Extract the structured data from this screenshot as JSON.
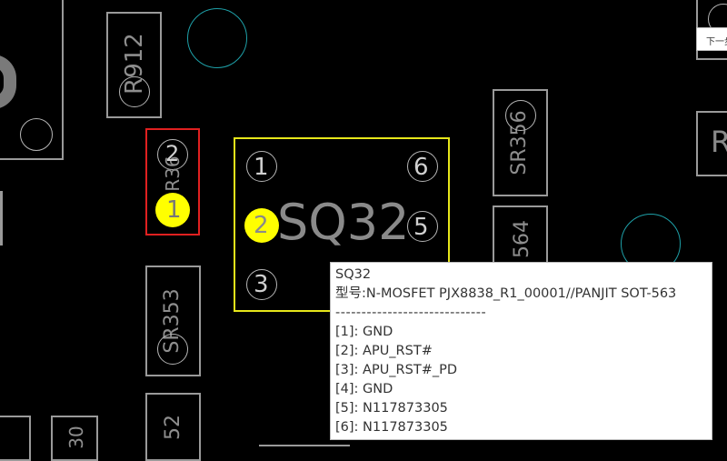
{
  "board": {
    "main_component": {
      "ref": "SQ32",
      "pins": [
        "1",
        "2",
        "3",
        "6",
        "5"
      ]
    },
    "selected_component": {
      "ref": "R36",
      "pins": [
        "2",
        "1"
      ]
    },
    "components": {
      "r912": "R912",
      "sr356": "SR356",
      "sr353": "SR353",
      "sr364_partial": "564",
      "partial_52": "52",
      "partial_30": "30",
      "partial_r": "R"
    }
  },
  "tooltip": {
    "title": "SQ32",
    "model": "型号:N-MOSFET PJX8838_R1_00001//PANJIT SOT-563",
    "separator": "-----------------------------",
    "pins": [
      "[1]: GND",
      "[2]: APU_RST#",
      "[3]: APU_RST#_PD",
      "[4]: GND",
      "[5]: N117873305",
      "[6]: N117873305"
    ]
  },
  "corner_tooltip": {
    "text": "下一步"
  },
  "colors": {
    "background": "#000000",
    "outline": "#9a9a9a",
    "highlight": "#ffff00",
    "selected": "#e02020",
    "teal": "#1ea0a8"
  }
}
